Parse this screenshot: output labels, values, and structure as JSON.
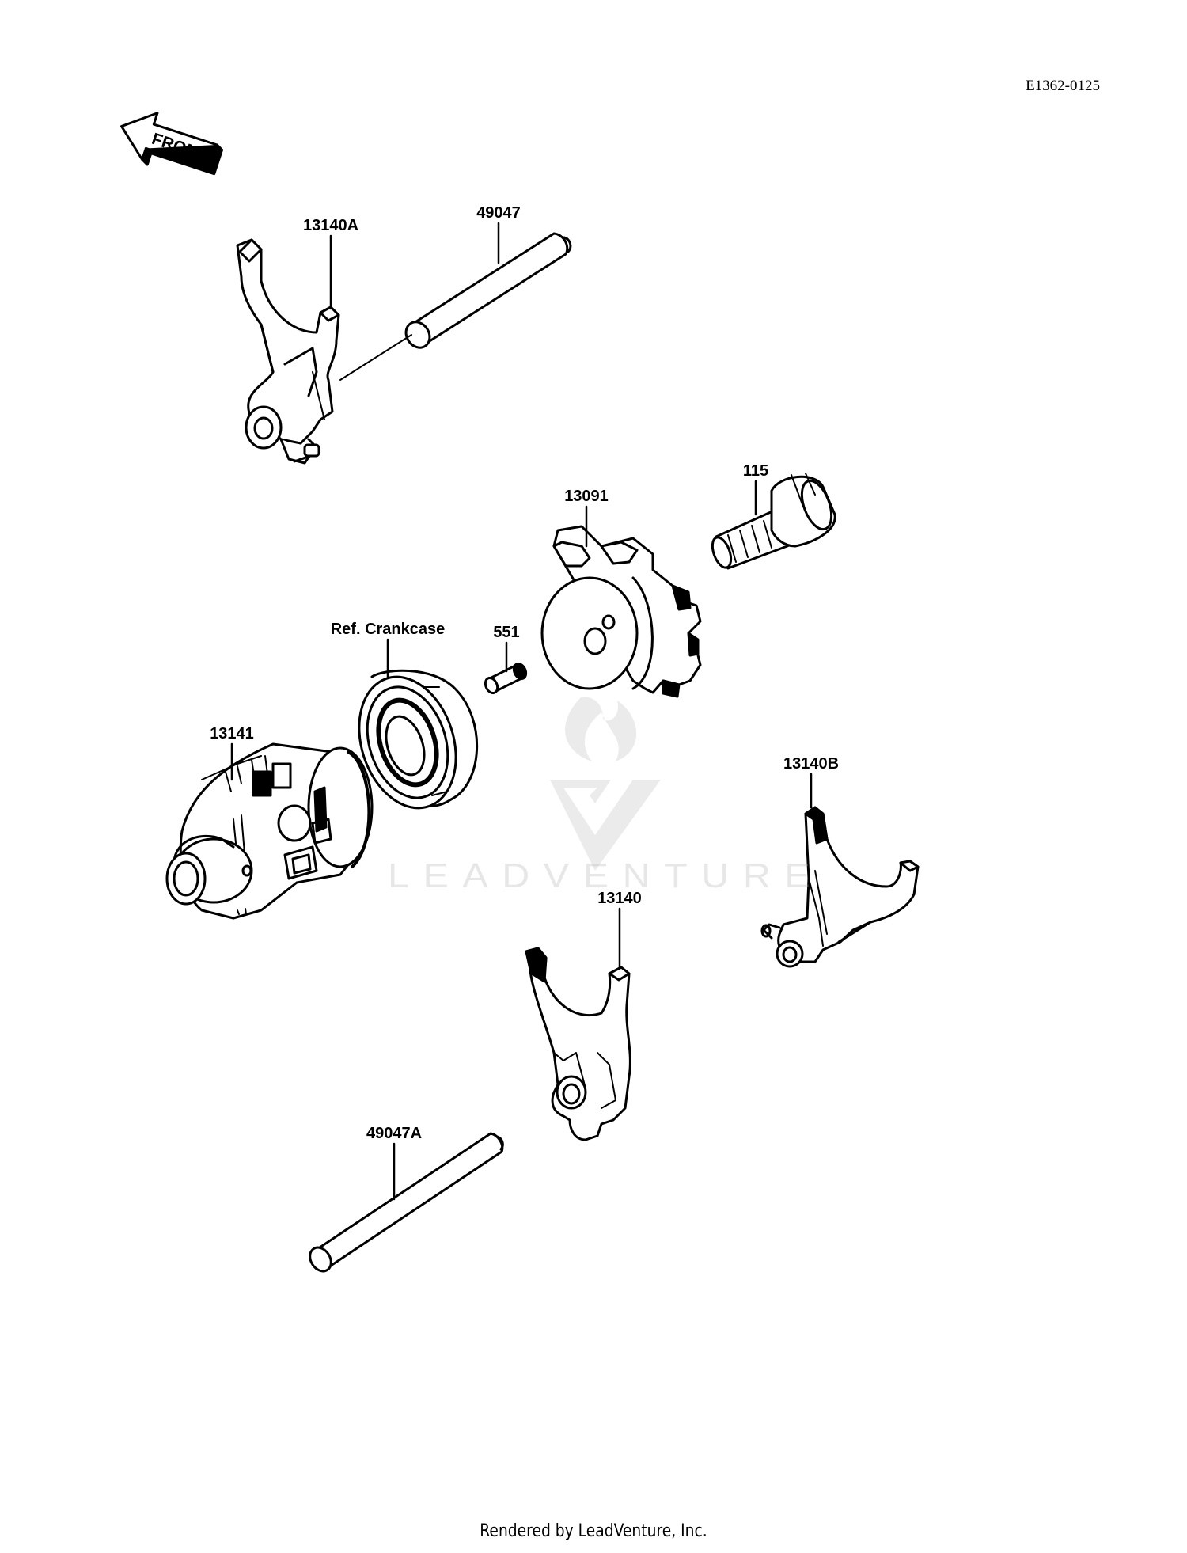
{
  "reference_code": "E1362-0125",
  "front_label": "FRONT",
  "watermark": "LEADVENTURE",
  "footer": "Rendered by LeadVenture, Inc.",
  "parts": {
    "p49047": "49047",
    "p13140A": "13140A",
    "p115": "115",
    "p13091": "13091",
    "ref_crankcase": "Ref. Crankcase",
    "p551": "551",
    "p13141": "13141",
    "p13140B": "13140B",
    "p13140": "13140",
    "p49047A": "49047A"
  }
}
